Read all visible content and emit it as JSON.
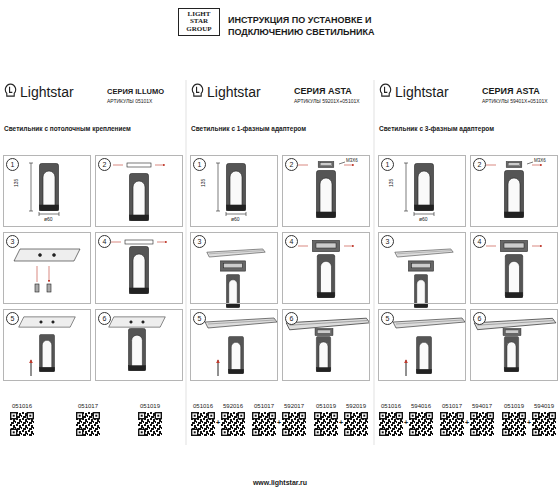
{
  "diagram": {
    "title": "ИНСТРУКЦИЯ ПО УСТАНОВКЕ И ПОДКЛЮЧЕНИЮ СВЕТИЛЬНИКА",
    "nodes": [
      {
        "text": [
          "LIGHT STAR GROUP"
        ]
      },
      {
        "text": [
          "1",
          "135",
          "ø60"
        ]
      },
      {
        "text": [
          "2"
        ]
      },
      {
        "text": [
          "3"
        ]
      },
      {
        "text": [
          "4"
        ]
      },
      {
        "text": [
          "5"
        ]
      },
      {
        "text": [
          "6"
        ]
      },
      {
        "text": [
          "1",
          "135",
          "ø60"
        ]
      },
      {
        "text": [
          "2",
          "M3X6"
        ]
      },
      {
        "text": [
          "3"
        ]
      },
      {
        "text": [
          "4"
        ]
      },
      {
        "text": [
          "5"
        ]
      },
      {
        "text": [
          "6"
        ]
      },
      {
        "text": [
          "1",
          "135",
          "ø60"
        ]
      },
      {
        "text": [
          "2",
          "M3X6"
        ]
      },
      {
        "text": [
          "3"
        ]
      },
      {
        "text": [
          "4"
        ]
      },
      {
        "text": [
          "5"
        ]
      },
      {
        "text": [
          "6"
        ]
      }
    ],
    "labels": [
      "Lightstar",
      "СЕРИЯ ILLUMO",
      "АРТИКУЛЫ 05101X",
      "Светильник с потолочным креплением",
      "Lightstar",
      "СЕРИЯ ASTA",
      "АРТИКУЛЫ 59201X+05101X",
      "Светильник с 1-фазным адаптером",
      "Lightstar",
      "СЕРИЯ ASTA",
      "АРТИКУЛЫ 59401X+05101X",
      "Светильник с 3-фазным адаптером",
      "051016",
      "051017",
      "051019",
      "051016",
      "592016",
      "051017",
      "592017",
      "051019",
      "592019",
      "051016",
      "594016",
      "051017",
      "594017",
      "051019",
      "594019",
      "+",
      "+",
      "+",
      "+",
      "+",
      "+",
      "www.lightstar.ru"
    ]
  }
}
